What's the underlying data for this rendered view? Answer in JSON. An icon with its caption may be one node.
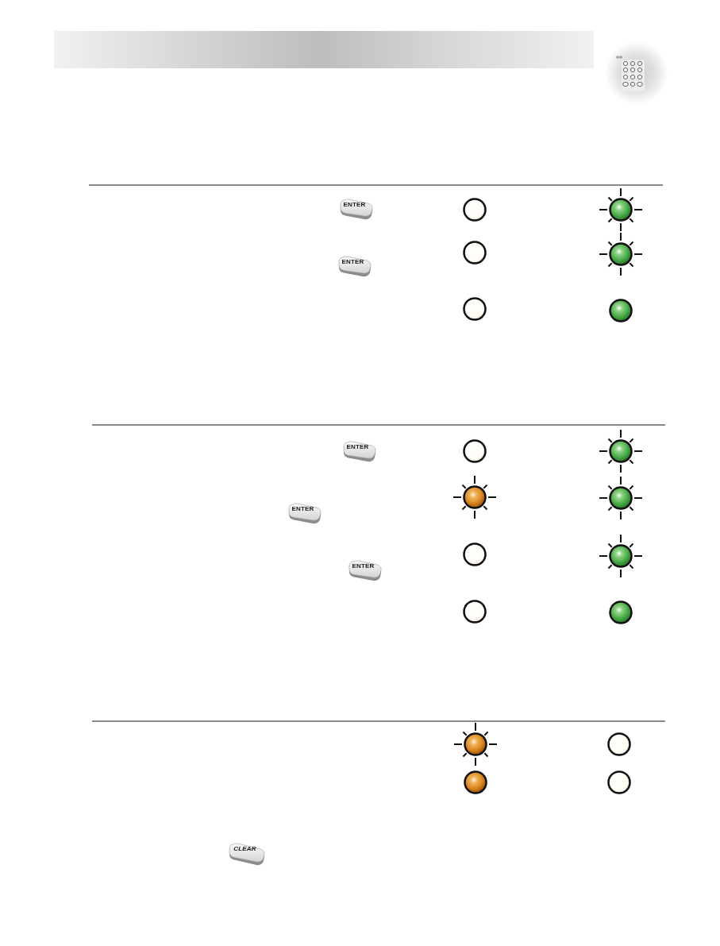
{
  "diagram": {
    "nodes": [
      {
        "text": [
          "ENTER"
        ]
      },
      {
        "text": [
          "ENTER"
        ]
      },
      {
        "text": [
          "ENTER"
        ]
      },
      {
        "text": [
          "ENTER"
        ]
      },
      {
        "text": [
          "ENTER"
        ]
      },
      {
        "text": [
          "CLEAR"
        ]
      }
    ]
  }
}
